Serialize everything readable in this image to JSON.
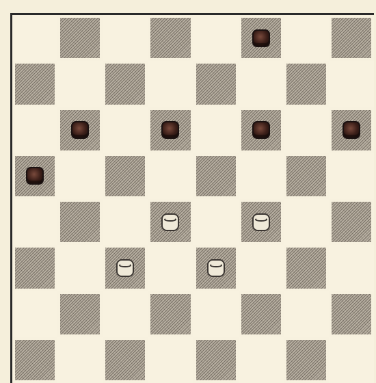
{
  "board": {
    "size": 8,
    "top_left_color": "light",
    "pieces": [
      {
        "row": 0,
        "col": 5,
        "color": "black"
      },
      {
        "row": 2,
        "col": 1,
        "color": "black"
      },
      {
        "row": 2,
        "col": 3,
        "color": "black"
      },
      {
        "row": 2,
        "col": 5,
        "color": "black"
      },
      {
        "row": 2,
        "col": 7,
        "color": "black"
      },
      {
        "row": 3,
        "col": 0,
        "color": "black"
      },
      {
        "row": 4,
        "col": 3,
        "color": "white"
      },
      {
        "row": 4,
        "col": 5,
        "color": "white"
      },
      {
        "row": 5,
        "col": 2,
        "color": "white"
      },
      {
        "row": 5,
        "col": 4,
        "color": "white"
      }
    ]
  },
  "colors": {
    "light_square": "#f8f2e0",
    "dark_square": "#b9b1a3",
    "black_piece": "#3a1e18",
    "white_piece": "#efe9d8"
  }
}
